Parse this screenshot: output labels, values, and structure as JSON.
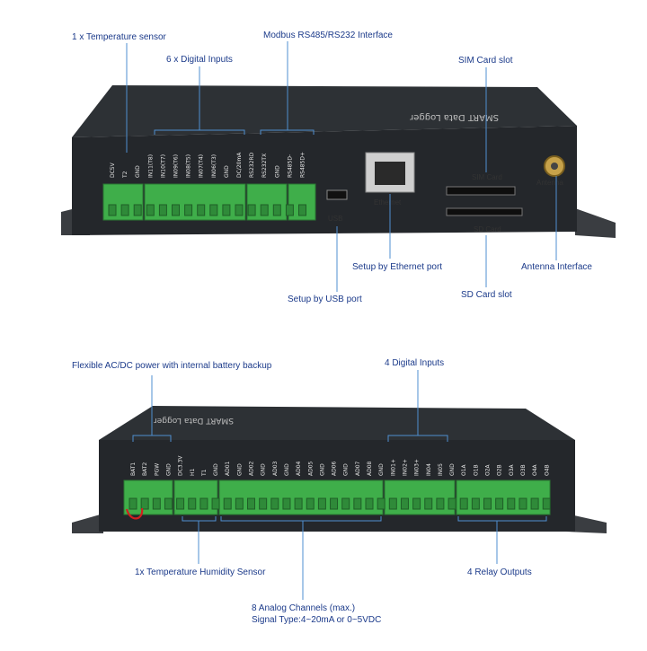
{
  "top_device": {
    "callouts": {
      "temperature_sensor": "1 x Temperature sensor",
      "modbus": "Modbus RS485/RS232 Interface",
      "digital_inputs": "6 x Digital Inputs",
      "sim_slot": "SIM Card slot",
      "setup_ethernet": "Setup by Ethernet port",
      "antenna_interface": "Antenna Interface",
      "sd_slot": "SD Card slot",
      "setup_usb": "Setup by USB port"
    },
    "terminal_labels": [
      "DC5V",
      "T2",
      "GND",
      "IN11(T8)",
      "IN10(T7)",
      "IN09(T6)",
      "IN08(T5)",
      "IN07(T4)",
      "IN06(T3)",
      "GND",
      "DC/20mA",
      "RS232RD",
      "RS232TX",
      "GND",
      "RS485D-",
      "RS485D+"
    ],
    "port_labels": {
      "usb": "USB",
      "ethernet": "Ethernet",
      "sim": "SIM Card",
      "sd": "SD Card",
      "antenna": "Antenna"
    }
  },
  "bottom_device": {
    "callouts": {
      "power": "Flexible AC/DC power with internal battery backup",
      "digital_inputs": "4 Digital Inputs",
      "temp_humidity": "1x Temperature Humidity Sensor",
      "relay_outputs": "4 Relay Outputs",
      "analog_line1": "8 Analog Channels (max.)",
      "analog_line2": "Signal Type:4~20mA or 0~5VDC"
    },
    "terminal_labels": [
      "BAT1",
      "BAT2",
      "PGW",
      "GND",
      "DC3.3V",
      "H1",
      "T1",
      "GND",
      "AD01",
      "GND",
      "AD02",
      "GND",
      "AD03",
      "GND",
      "AD04",
      "AD05",
      "GND",
      "AD06",
      "GND",
      "AD07",
      "AD08",
      "GND",
      "IN01+",
      "IN02+",
      "IN03+",
      "IN04",
      "IN05",
      "GND",
      "O1A",
      "O1B",
      "O2A",
      "O2B",
      "O3A",
      "O3B",
      "O4A",
      "O4B"
    ]
  },
  "colors": {
    "callout_text": "#1b3a8a",
    "leader_line": "#4f8fd0",
    "chassis": "#2b2f33",
    "terminal_green": "#3fae4a"
  }
}
